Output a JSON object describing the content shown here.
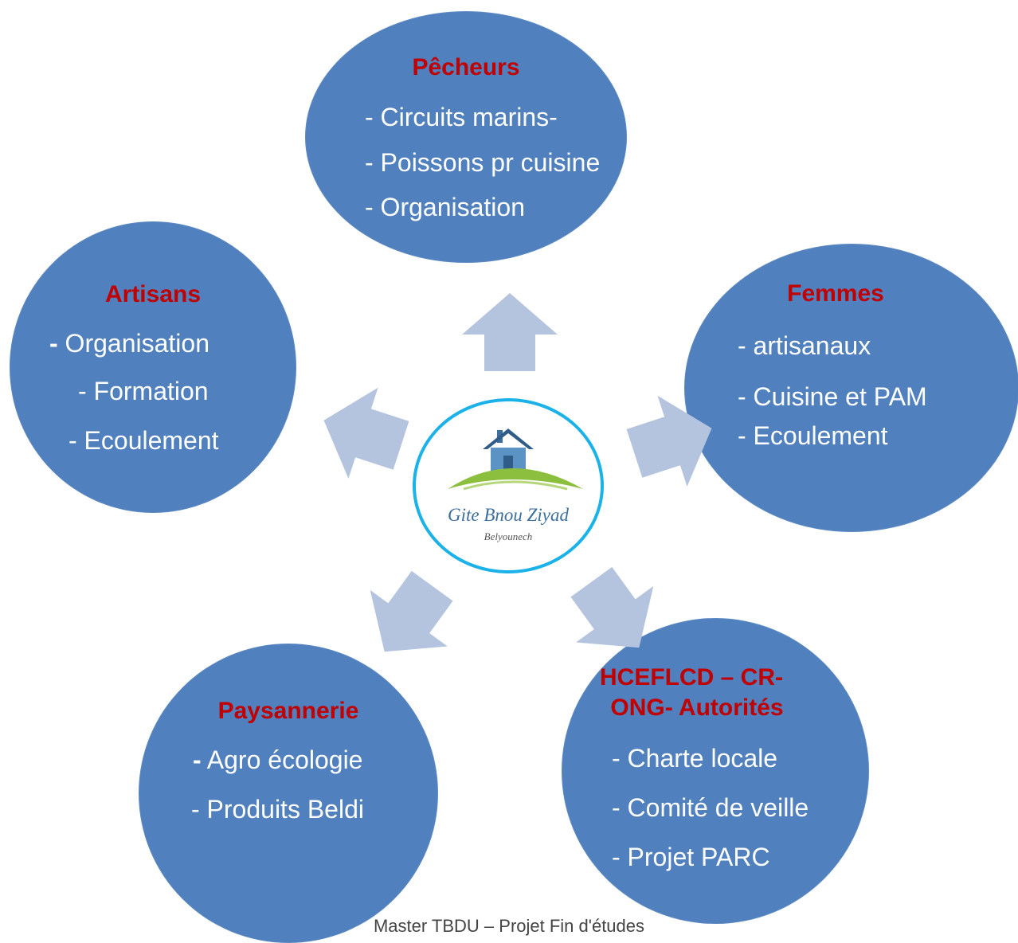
{
  "bubbles": {
    "pecheurs": {
      "title": "Pêcheurs",
      "lines": [
        "-  Circuits marins-",
        "- Poissons  pr cuisine",
        "- Organisation"
      ]
    },
    "artisans": {
      "title": "Artisans",
      "lines": [
        "Organisation",
        "- Formation",
        "- Ecoulement"
      ],
      "first_dash": "-"
    },
    "femmes": {
      "title": "Femmes",
      "lines": [
        "- artisanaux",
        "- Cuisine et  PAM",
        "-  Ecoulement"
      ]
    },
    "paysannerie": {
      "title": "Paysannerie",
      "lines": [
        "Agro écologie",
        "- Produits Beldi"
      ],
      "first_dash": "-"
    },
    "hceflcd": {
      "title_line1": "HCEFLCD – CR-",
      "title_line2": "ONG- Autorités",
      "lines": [
        "- Charte locale",
        "- Comité de veille",
        "- Projet PARC"
      ]
    }
  },
  "logo": {
    "name": "Gite Bnou Ziyad",
    "subtitle": "Belyounech"
  },
  "footer": "Master TBDU – Projet Fin d'études",
  "colors": {
    "bubble": "#5080bd",
    "title": "#c00000",
    "arrow": "#b4c4de",
    "logo_ring": "#1ab2e8"
  }
}
